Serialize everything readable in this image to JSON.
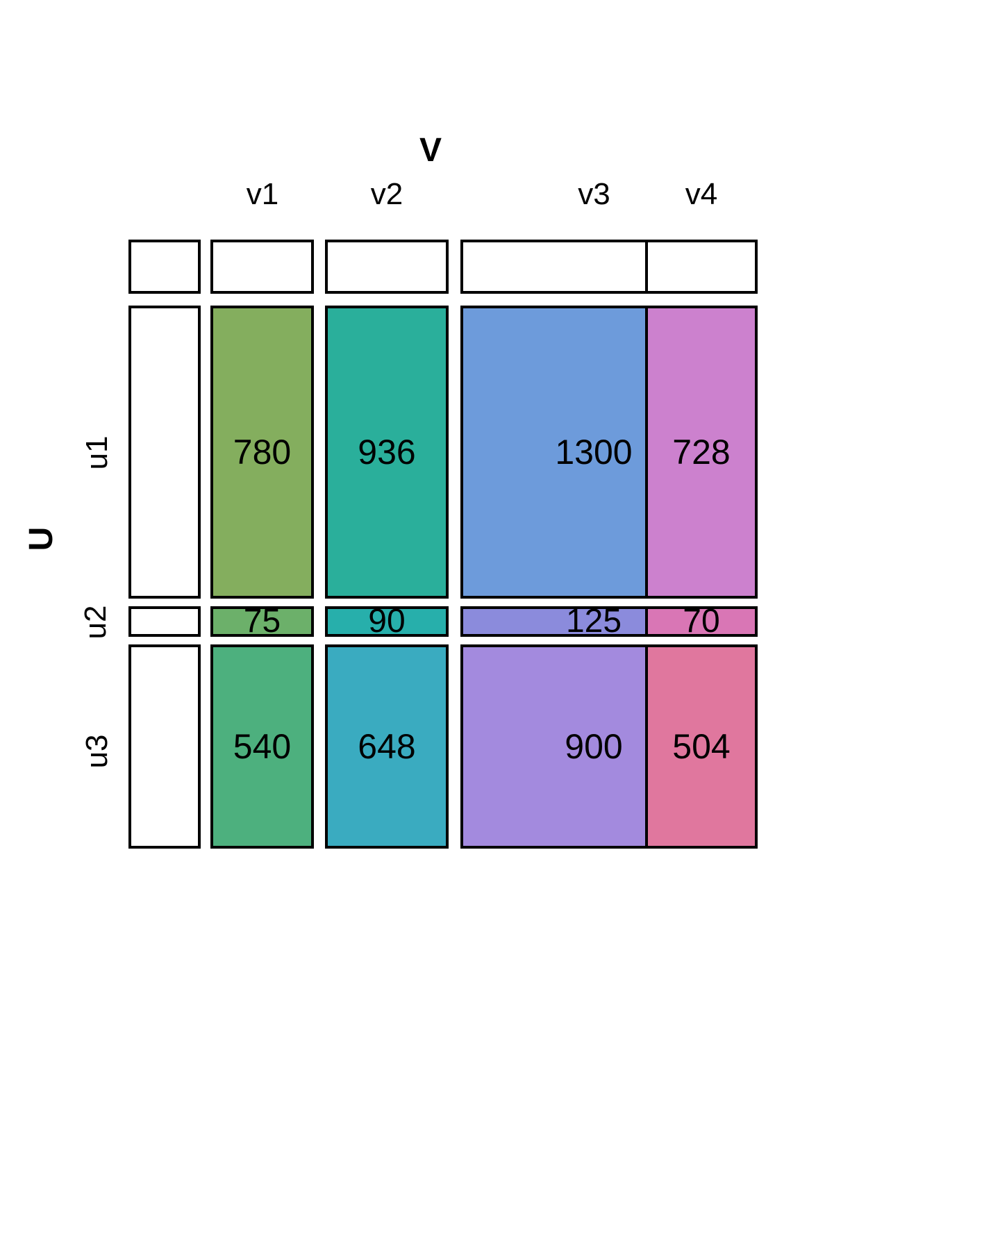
{
  "axes": {
    "column_variable": "V",
    "row_variable": "U",
    "column_categories": [
      "v1",
      "v2",
      "v3",
      "v4"
    ],
    "row_categories": [
      "u1",
      "u2",
      "u3"
    ]
  },
  "chart_data": {
    "type": "heatmap",
    "subtype": "mosaic",
    "title": "",
    "xlabel": "V",
    "ylabel": "U",
    "categories": [
      "v1",
      "v2",
      "v3",
      "v4"
    ],
    "row_categories": [
      "u1",
      "u2",
      "u3"
    ],
    "grid": false,
    "legend": "none",
    "series": [
      {
        "name": "u1",
        "values": [
          780,
          936,
          1300,
          728
        ]
      },
      {
        "name": "u2",
        "values": [
          75,
          90,
          125,
          70
        ]
      },
      {
        "name": "u3",
        "values": [
          540,
          648,
          900,
          504
        ]
      }
    ],
    "cells": [
      {
        "row": "u1",
        "col": "v1",
        "value": 780,
        "label": "780",
        "color": "#84ae5e"
      },
      {
        "row": "u1",
        "col": "v2",
        "value": 936,
        "label": "936",
        "color": "#2aaf9b"
      },
      {
        "row": "u1",
        "col": "v3",
        "value": 1300,
        "label": "1300",
        "color": "#6d9bdb"
      },
      {
        "row": "u1",
        "col": "v4",
        "value": 728,
        "label": "728",
        "color": "#cc81ce"
      },
      {
        "row": "u2",
        "col": "v1",
        "value": 75,
        "label": "75",
        "color": "#6cb06a"
      },
      {
        "row": "u2",
        "col": "v2",
        "value": 90,
        "label": "90",
        "color": "#27afab"
      },
      {
        "row": "u2",
        "col": "v3",
        "value": 125,
        "label": "125",
        "color": "#8b8bdc"
      },
      {
        "row": "u2",
        "col": "v4",
        "value": 70,
        "label": "70",
        "color": "#d976b5"
      },
      {
        "row": "u3",
        "col": "v1",
        "value": 540,
        "label": "540",
        "color": "#4db07e"
      },
      {
        "row": "u3",
        "col": "v2",
        "value": 648,
        "label": "648",
        "color": "#3aabc0"
      },
      {
        "row": "u3",
        "col": "v3",
        "value": 900,
        "label": "900",
        "color": "#a38ade"
      },
      {
        "row": "u3",
        "col": "v4",
        "value": 504,
        "label": "504",
        "color": "#e0779e"
      }
    ],
    "column_totals": [
      1395,
      1674,
      2325,
      1302
    ],
    "row_totals": [
      3744,
      360,
      2592
    ],
    "grand_total": 6696
  },
  "colors": {
    "border": "#000000",
    "background": "#ffffff",
    "u1_v1": "#84ae5e",
    "u1_v2": "#2aaf9b",
    "u1_v3": "#6d9bdb",
    "u1_v4": "#cc81ce",
    "u2_v1": "#6cb06a",
    "u2_v2": "#27afab",
    "u2_v3": "#8b8bdc",
    "u2_v4": "#d976b5",
    "u3_v1": "#4db07e",
    "u3_v2": "#3aabc0",
    "u3_v3": "#a38ade",
    "u3_v4": "#e0779e"
  }
}
